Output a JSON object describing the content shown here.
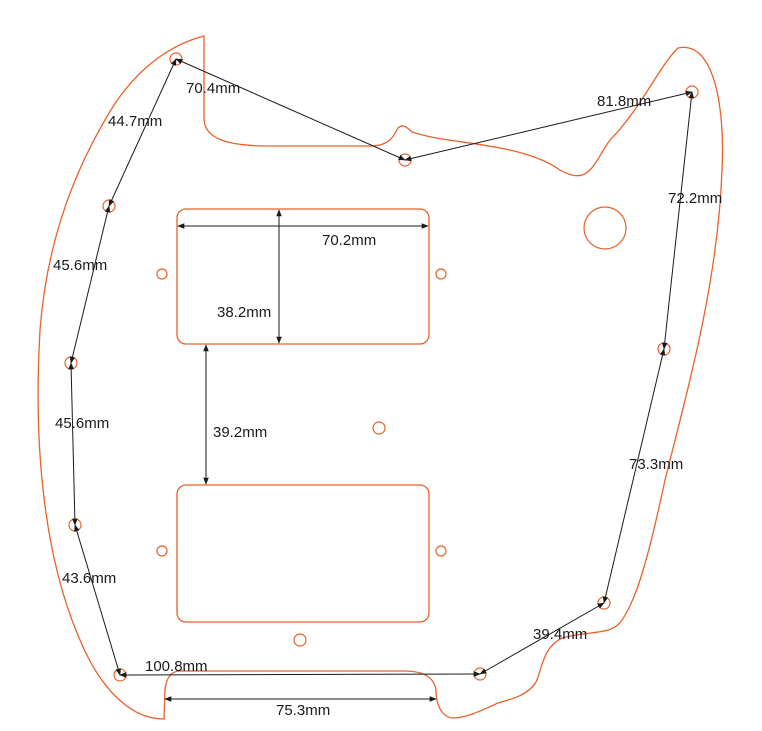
{
  "colors": {
    "outline": "#e8622a",
    "dimension": "#1a1a1a",
    "background": "#ffffff"
  },
  "dimensions": {
    "top_left_to_center": "70.4mm",
    "center_to_top_right": "81.8mm",
    "left_upper": "44.7mm",
    "left_mid_upper": "45.6mm",
    "left_mid_lower": "45.6mm",
    "left_lower": "43.6mm",
    "right_upper": "72.2mm",
    "right_lower": "73.3mm",
    "bottom_right": "39.4mm",
    "bottom_span": "100.8mm",
    "bottom_notch": "75.3mm",
    "pickup_width": "70.2mm",
    "pickup_height": "38.2mm",
    "pickup_gap": "39.2mm"
  }
}
